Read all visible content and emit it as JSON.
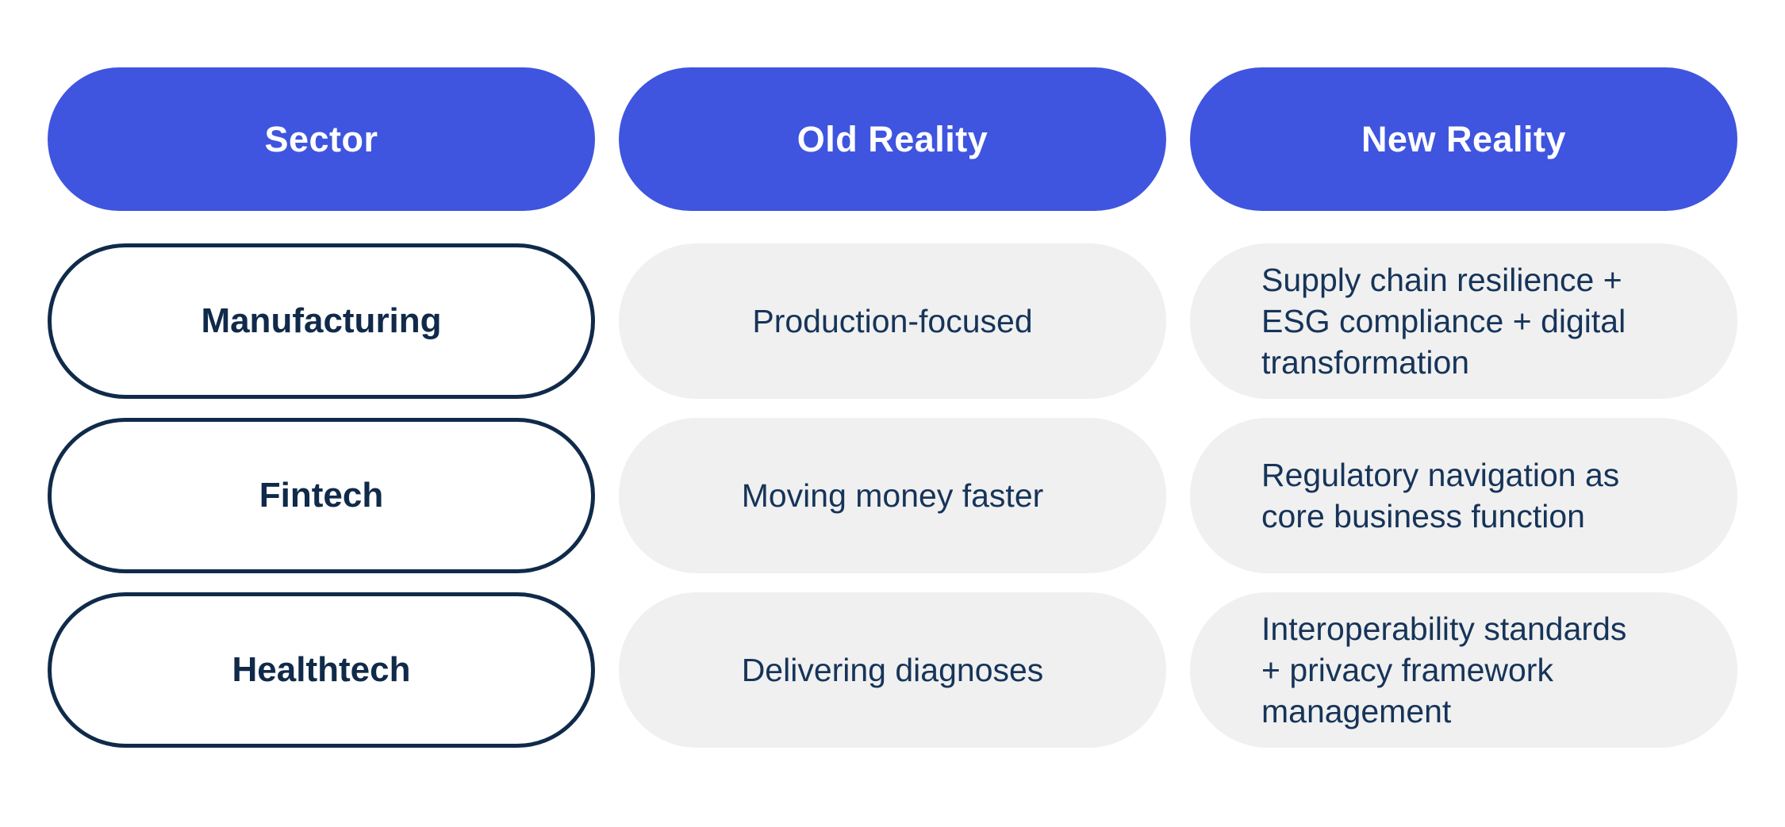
{
  "colors": {
    "page_bg": "#ffffff",
    "header_bg": "#3F55DF",
    "header_text": "#ffffff",
    "navy": "#102A4A",
    "cell_bg": "#F0F0F0",
    "cell_text": "#163459"
  },
  "table": {
    "columns": [
      {
        "label": "Sector"
      },
      {
        "label": "Old Reality"
      },
      {
        "label": "New Reality"
      }
    ],
    "rows": [
      {
        "sector": "Manufacturing",
        "old_reality": "Production-focused",
        "new_reality": "Supply chain resilience +\nESG compliance + digital\ntransformation"
      },
      {
        "sector": "Fintech",
        "old_reality": "Moving money faster",
        "new_reality": "Regulatory navigation as\ncore business function"
      },
      {
        "sector": "Healthtech",
        "old_reality": "Delivering diagnoses",
        "new_reality": "Interoperability standards\n+ privacy framework\nmanagement"
      }
    ]
  }
}
